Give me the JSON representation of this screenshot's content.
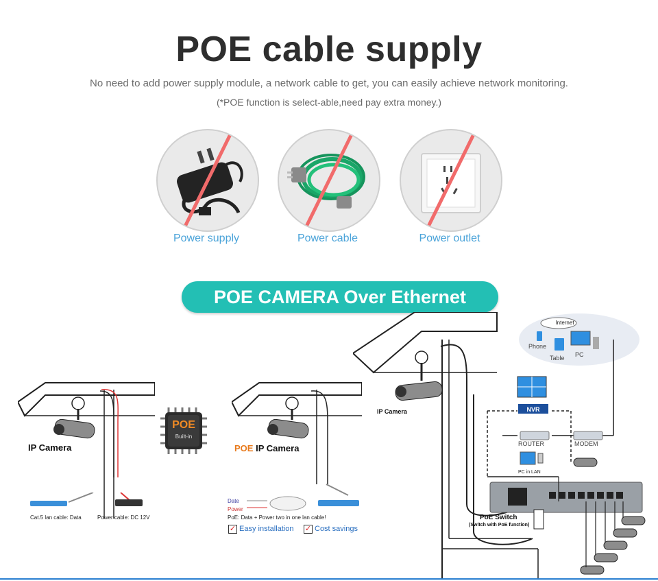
{
  "header": {
    "title": "POE cable supply",
    "subtitle": "No need to add power supply module, a network cable to get, you can easily achieve network monitoring.",
    "note": "(*POE function is select-able,need pay extra money.)"
  },
  "not_needed": [
    {
      "label": "Power supply",
      "icon": "power-adapter-icon"
    },
    {
      "label": "Power cable",
      "icon": "power-cable-icon"
    },
    {
      "label": "Power outlet",
      "icon": "power-outlet-icon"
    }
  ],
  "banner": {
    "label": "POE CAMERA Over Ethernet"
  },
  "left_diagram": {
    "camera_label": "IP Camera",
    "cable1": "Cat.5 lan cable: Data",
    "cable2": "Power cable: DC 12V"
  },
  "chip": {
    "top": "POE",
    "bottom": "Built-in"
  },
  "mid_diagram": {
    "camera_prefix": "POE",
    "camera_label": " IP Camera",
    "date_label": "Date",
    "power_label": "Power",
    "poe_note": "PoE: Data + Power two in one lan cable!",
    "benefit1": "Easy installation",
    "benefit2": "Cost savings"
  },
  "network": {
    "camera_label": "IP Camera",
    "internet": "Internet",
    "phone": "Phone",
    "table": "Table",
    "pc": "PC",
    "nvr": "NVR",
    "router": "ROUTER",
    "modem": "MODEM",
    "pc_lan": "PC in LAN",
    "switch": "PoE Switch",
    "switch_note": "(Switch with PoE function)"
  },
  "colors": {
    "accent": "#23bfb4",
    "caption": "#4aa3d9",
    "strike": "#f16b6b",
    "poe_orange": "#e87a1c"
  }
}
